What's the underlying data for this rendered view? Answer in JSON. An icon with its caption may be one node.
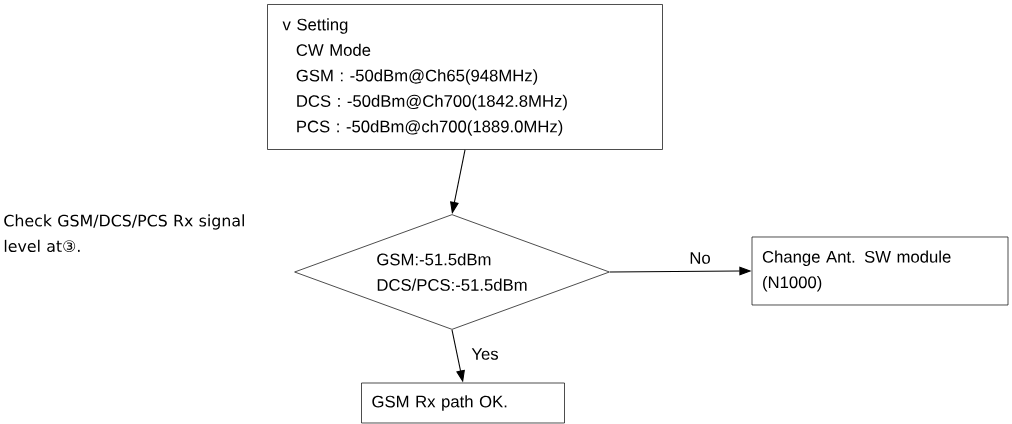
{
  "diagram": {
    "nodes": [
      {
        "text": [
          "v Setting",
          "CW Mode",
          "GSM : -50dBm@Ch65(948MHz)",
          "DCS : -50dBm@Ch700(1842.8MHz)",
          "PCS : -50dBm@ch700(1889.0MHz)"
        ]
      },
      {
        "text": [
          "GSM:-51.5dBm",
          "DCS/PCS:-51.5dBm"
        ]
      },
      {
        "text": [
          "Change Ant. SW module (N1000)"
        ]
      },
      {
        "text": [
          "GSM Rx path OK."
        ]
      }
    ],
    "edges": [
      {
        "from": 0,
        "to": 1,
        "arrow": "to"
      },
      {
        "from": 1,
        "to": 2,
        "arrow": "to",
        "label": "No"
      },
      {
        "from": 1,
        "to": 3,
        "arrow": "to",
        "label": "Yes"
      }
    ],
    "labels": [
      "Check GSM/DCS/PCS  Rx signal level at③."
    ]
  }
}
